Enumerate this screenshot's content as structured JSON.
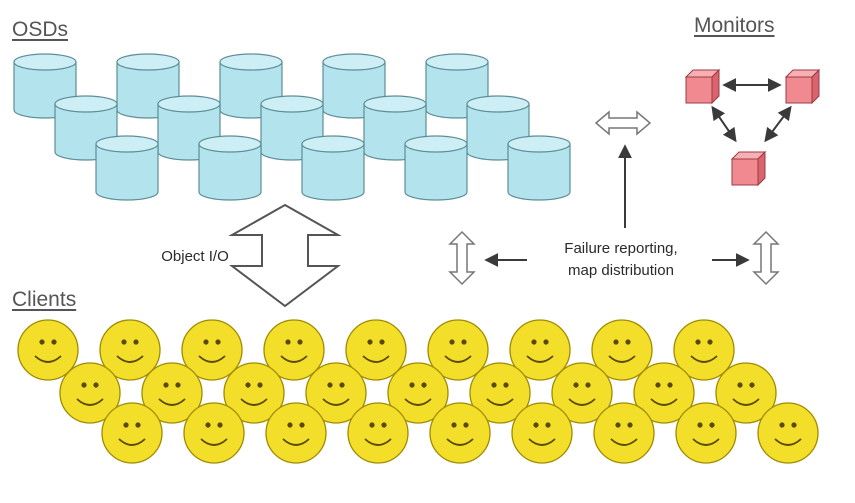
{
  "titles": {
    "osds": "OSDs",
    "monitors": "Monitors",
    "clients": "Clients"
  },
  "labels": {
    "object_io": "Object I/O",
    "failure_line1": "Failure reporting,",
    "failure_line2": "map distribution"
  },
  "counts": {
    "osd_disks": 15,
    "monitors": 3,
    "client_faces": 27
  },
  "colors": {
    "disk_fill": "#b3e3ec",
    "disk_top": "#cdeef4",
    "disk_stroke": "#5c8e98",
    "monitor_fill": "#f08a90",
    "monitor_stroke": "#9c3a44",
    "face_fill": "#f3df2a",
    "face_stroke": "#a08b00",
    "arrow_stroke": "#3a3a3a"
  },
  "icons": [
    "disk-icon",
    "monitor-cube-icon",
    "smiley-face-icon",
    "double-arrow-icon"
  ]
}
